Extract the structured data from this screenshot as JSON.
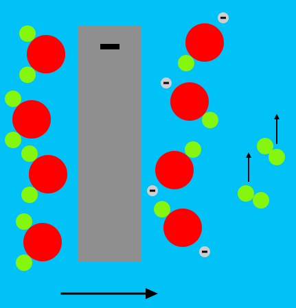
{
  "scene": {
    "background_color": "#00c2f7",
    "electrode": {
      "color": "#8f8f8f",
      "sign": "minus",
      "sign_color": "#000000"
    },
    "water_molecule": {
      "oxygen_color": "#ff0000",
      "hydrogen_color": "#85f70f"
    },
    "electron": {
      "color": "#cfcfcf",
      "sign_color": "#000000",
      "sign": "minus"
    },
    "hydrogen_molecule_color": "#85f70f",
    "arrow_color": "#000000",
    "arrows": [
      {
        "name": "h2-rise-arrow-1",
        "direction": "up"
      },
      {
        "name": "h2-rise-arrow-2",
        "direction": "up"
      },
      {
        "name": "electron-flow-arrow",
        "direction": "right"
      }
    ],
    "water_molecules_left_count": 4,
    "water_molecules_right_count": 4,
    "electron_count": 4,
    "hydrogen_molecule_count": 2
  }
}
